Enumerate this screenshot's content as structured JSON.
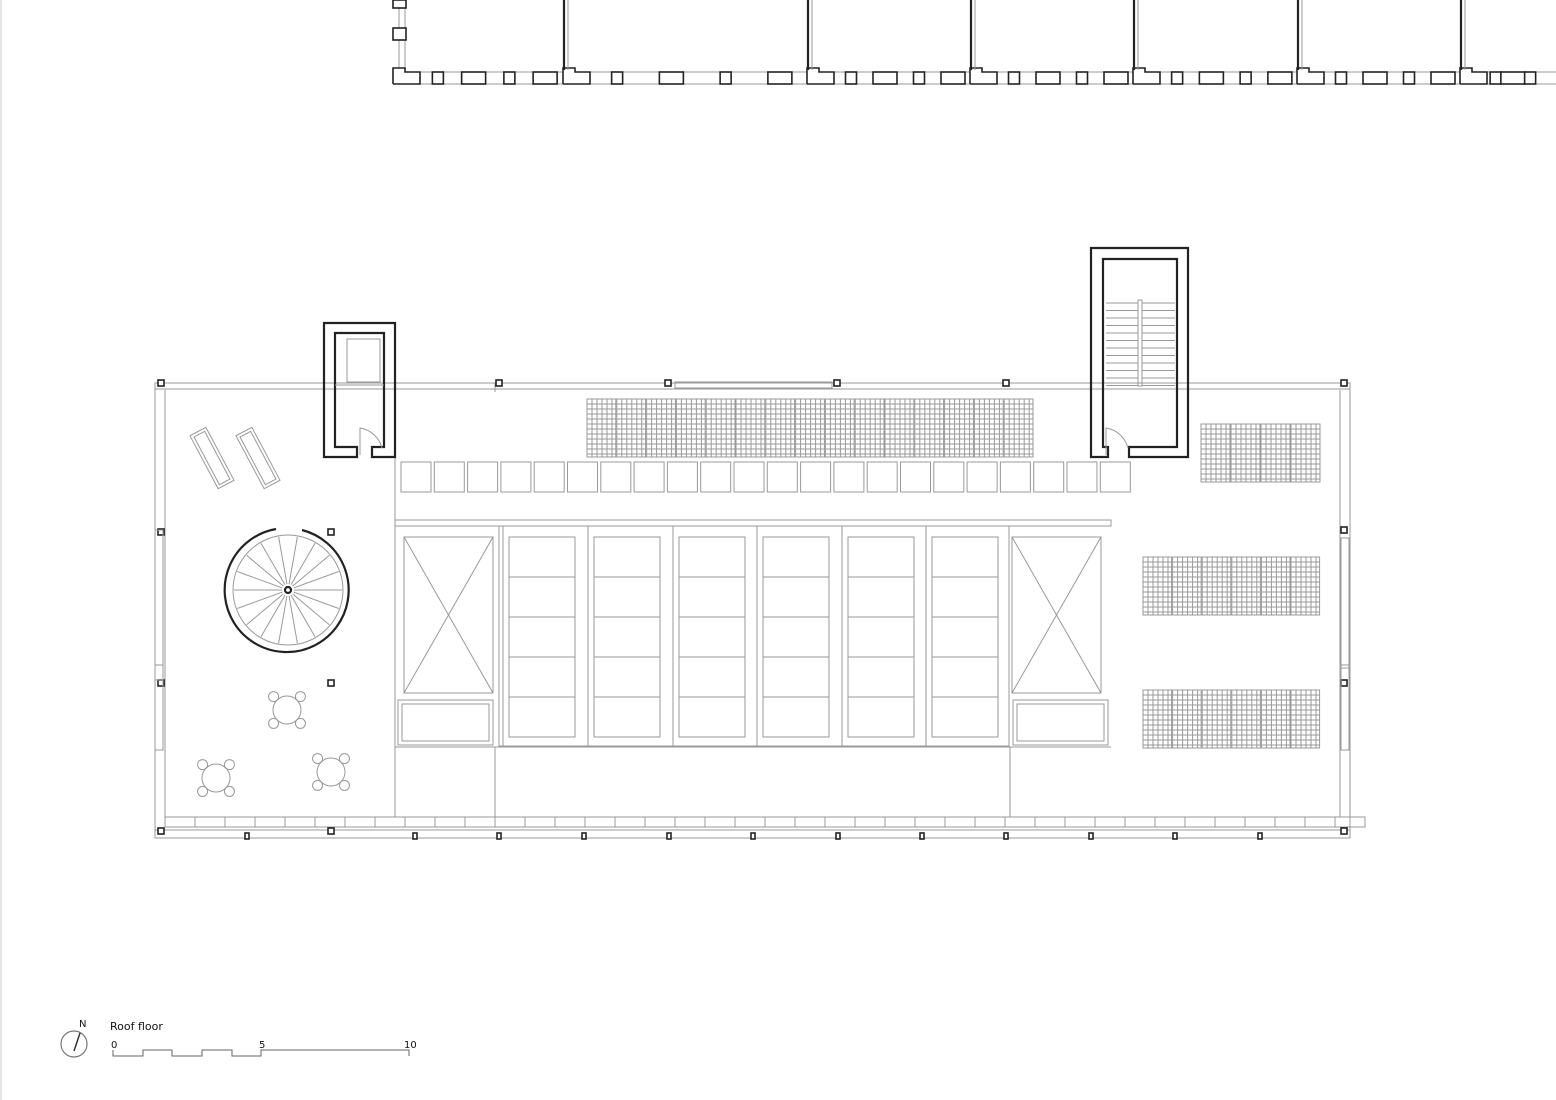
{
  "legend": {
    "title": "Roof floor",
    "north_label": "N",
    "scale_ticks": [
      "0",
      "5",
      "10"
    ]
  },
  "colors": {
    "line": "#222222",
    "thin": "#999999",
    "background": "#ffffff"
  }
}
